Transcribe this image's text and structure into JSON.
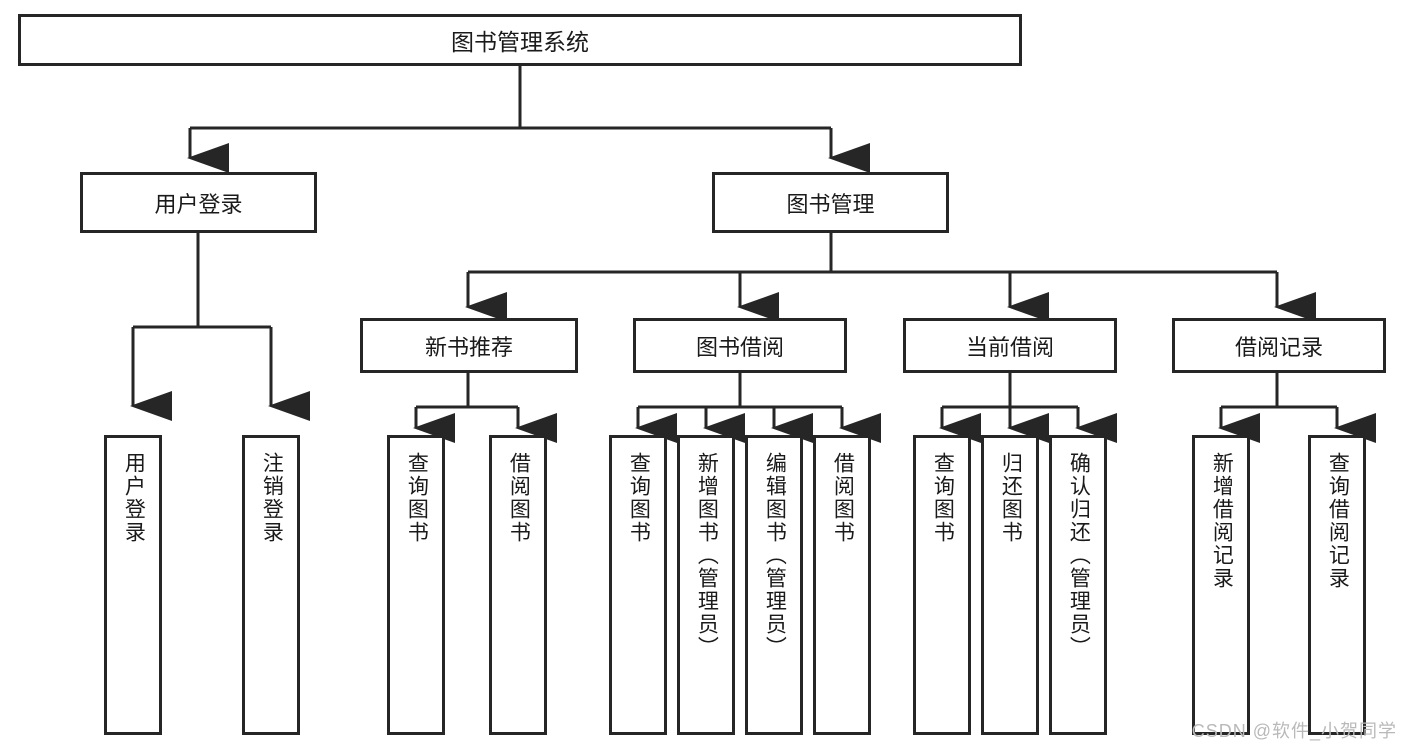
{
  "diagram": {
    "title": "图书管理系统",
    "type": "tree-hierarchy-chart",
    "stroke_color": "#262626",
    "fill_color": "#ffffff",
    "root": {
      "label": "图书管理系统"
    },
    "level2": [
      {
        "label": "用户登录"
      },
      {
        "label": "图书管理"
      }
    ],
    "level3": [
      {
        "label": "新书推荐"
      },
      {
        "label": "图书借阅"
      },
      {
        "label": "当前借阅"
      },
      {
        "label": "借阅记录"
      }
    ],
    "leaves": [
      {
        "label": "用户登录",
        "parent": "用户登录"
      },
      {
        "label": "注销登录",
        "parent": "用户登录"
      },
      {
        "label": "查询图书",
        "parent": "新书推荐"
      },
      {
        "label": "借阅图书",
        "parent": "新书推荐"
      },
      {
        "label": "查询图书",
        "parent": "图书借阅"
      },
      {
        "label": "新增图书（管理员）",
        "parent": "图书借阅"
      },
      {
        "label": "编辑图书（管理员）",
        "parent": "图书借阅"
      },
      {
        "label": "借阅图书",
        "parent": "图书借阅"
      },
      {
        "label": "查询图书",
        "parent": "当前借阅"
      },
      {
        "label": "归还图书",
        "parent": "当前借阅"
      },
      {
        "label": "确认归还（管理员）",
        "parent": "当前借阅"
      },
      {
        "label": "新增借阅记录",
        "parent": "借阅记录"
      },
      {
        "label": "查询借阅记录",
        "parent": "借阅记录"
      }
    ]
  },
  "watermark": {
    "text": "CSDN @软件_小贺同学"
  }
}
